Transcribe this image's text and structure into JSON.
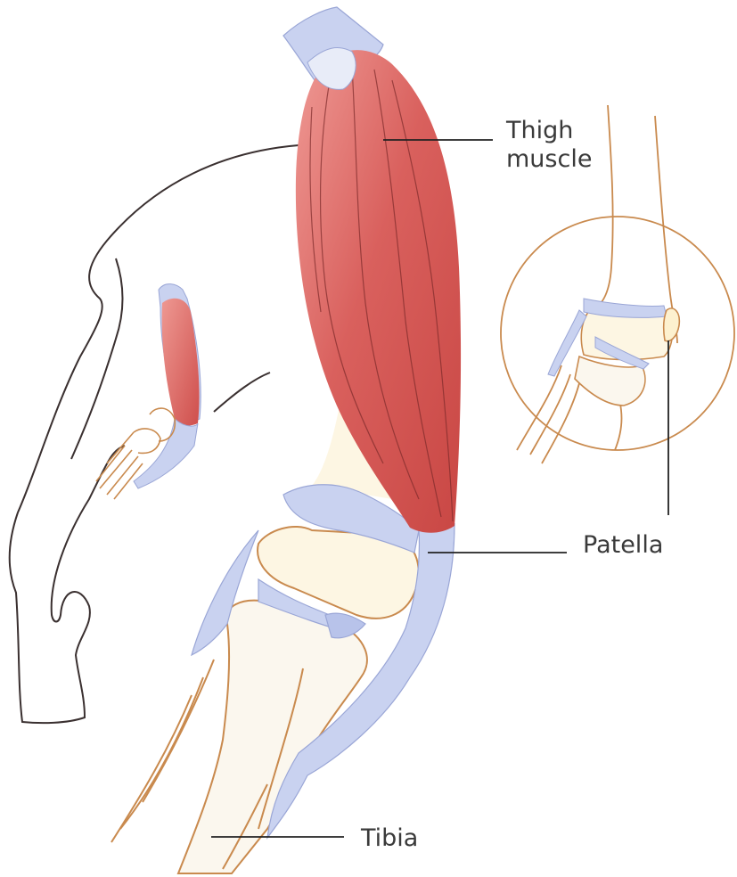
{
  "labels": {
    "thigh_line1": "Thigh",
    "thigh_line2": "muscle",
    "patella": "Patella",
    "tibia": "Tibia"
  },
  "colors": {
    "muscle": "#d65a58",
    "muscle_light": "#ec8e8a",
    "tendon": "#c9d2f0",
    "bone_outline": "#c98a4e",
    "bone_fill": "#fdf6e3",
    "body_outline": "#3a3030",
    "leader_line": "#222222",
    "inset_circle": "#c98a4e"
  },
  "icons": [
    "dog-leg-silhouette",
    "thigh-muscle-illustration",
    "knee-joint-inset"
  ]
}
